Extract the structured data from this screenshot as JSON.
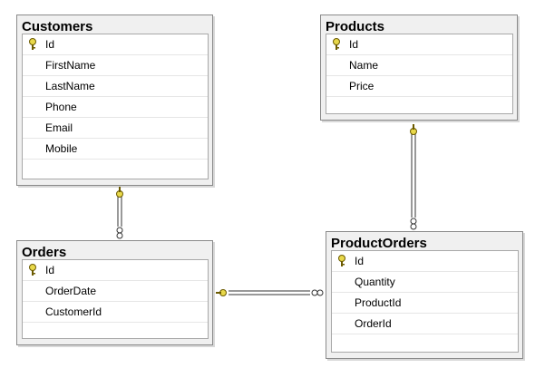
{
  "tables": {
    "customers": {
      "name": "Customers",
      "columns": [
        "Id",
        "FirstName",
        "LastName",
        "Phone",
        "Email",
        "Mobile"
      ]
    },
    "products": {
      "name": "Products",
      "columns": [
        "Id",
        "Name",
        "Price"
      ]
    },
    "orders": {
      "name": "Orders",
      "columns": [
        "Id",
        "OrderDate",
        "CustomerId"
      ]
    },
    "productorders": {
      "name": "ProductOrders",
      "columns": [
        "Id",
        "Quantity",
        "ProductId",
        "OrderId"
      ]
    }
  },
  "colors": {
    "key": "#e8d84a",
    "key_outline": "#6b5a00",
    "line": "#333333"
  }
}
